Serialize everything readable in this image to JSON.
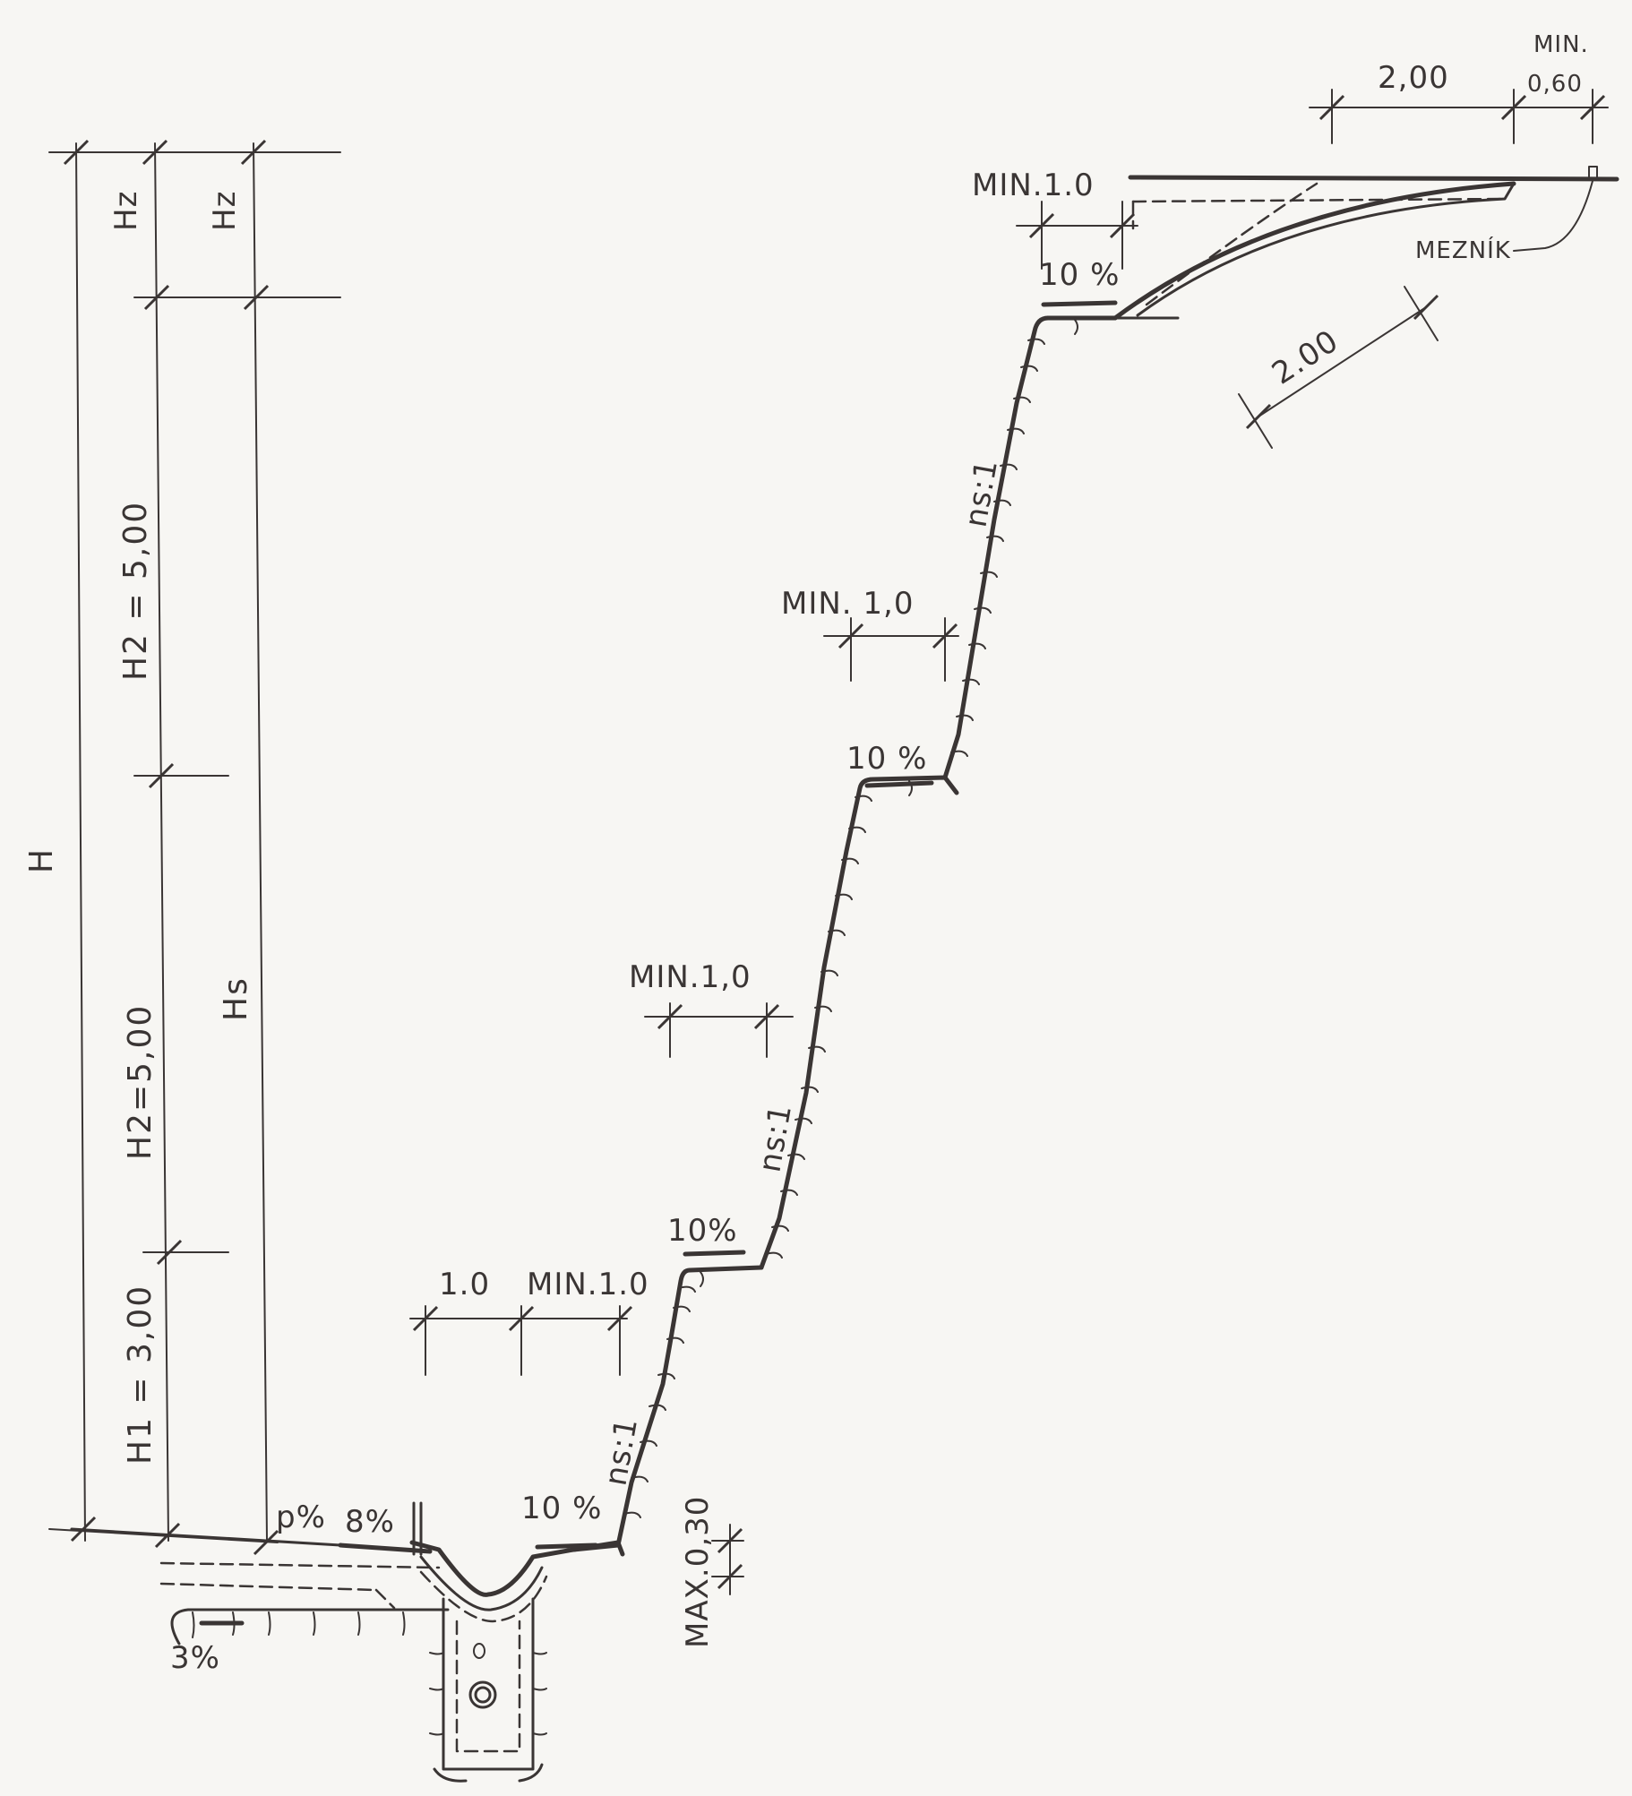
{
  "labels": {
    "H": "H",
    "Hz_left": "Hz",
    "Hz_right": "Hz",
    "H2_upper": "H2 = 5,00",
    "H2_lower": "H2=5,00",
    "H1": "H1 = 3,00",
    "Hs": "Hs",
    "p_slope": "p%",
    "slope_8": "8%",
    "slope_3": "3%",
    "slope_10_bottom": "10 %",
    "slope_10_b1": "10%",
    "slope_10_b2": "10 %",
    "slope_10_top": "10 %",
    "ns_bottom": "ns:1",
    "ns_middle": "ns:1",
    "ns_top": "ns:1",
    "dim_1_0": "1.0",
    "dim_min_1_0_a": "MIN.1.0",
    "dim_min_1_0_b": "MIN.1,0",
    "dim_min_1_0_c": "MIN. 1,0",
    "dim_min_1_0_top": "MIN.1.0",
    "max_030": "MAX.0,30",
    "dim_2_00_top": "2,00",
    "dim_min_label": "MIN.",
    "dim_0_60": "0,60",
    "dim_2_00_diag": "2.00",
    "meznik": "MEZNÍK"
  }
}
